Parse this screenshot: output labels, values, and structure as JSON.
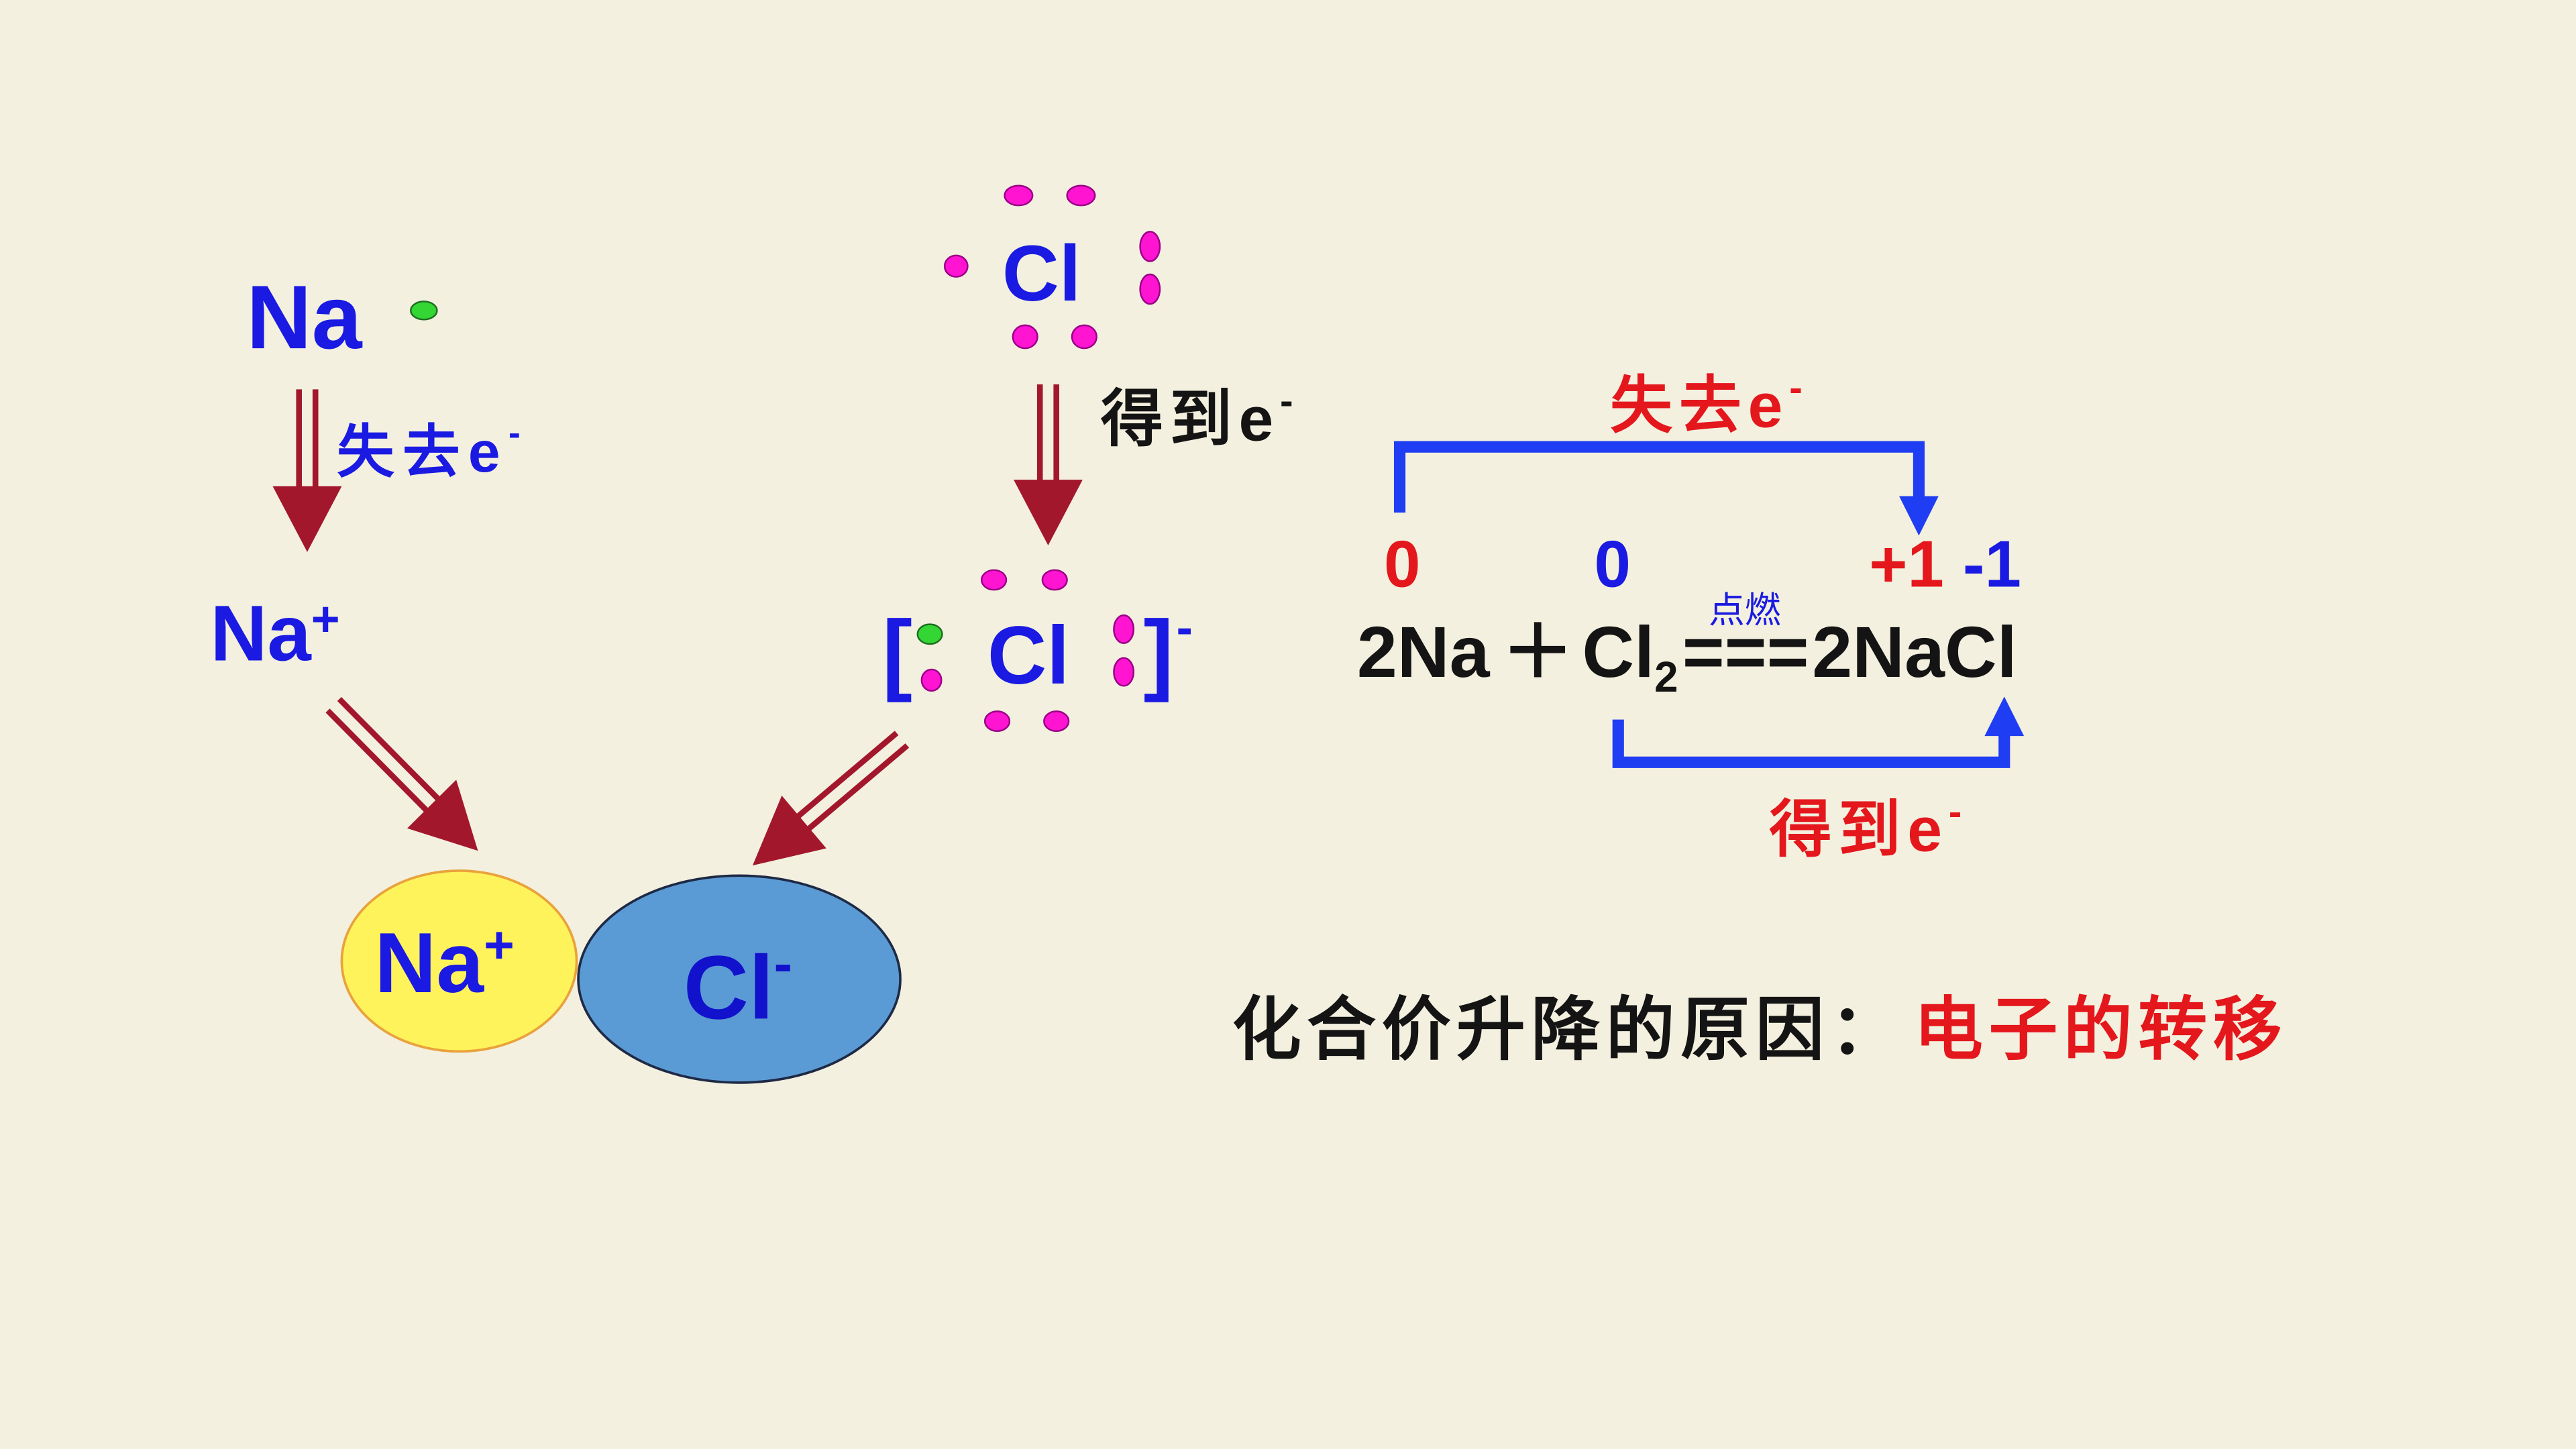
{
  "slide": {
    "colors": {
      "background": "#F3F0DF",
      "blue_text": "#1A1AE2",
      "dark_blue_text": "#1212CC",
      "red_text": "#E4171C",
      "black_text": "#141414",
      "reaction_arrow": "#A3172D",
      "electron_transfer_arrow": "#1F3DF2",
      "sodium_electron": "#33D633",
      "chlorine_electron": "#FF14D2",
      "sodium_ion_fill": "#FFF35C",
      "sodium_ion_outline": "#E9A23B",
      "chloride_ion_fill": "#5B9BD5",
      "chloride_ion_outline": "#1E2A45"
    }
  },
  "sodium": {
    "atom_symbol": "Na",
    "lose_label": {
      "text": "失去e",
      "superscript": "-"
    },
    "ion": {
      "symbol": "Na",
      "charge": "+"
    }
  },
  "chlorine": {
    "atom_symbol": "Cl",
    "gain_label": {
      "text": "得到e",
      "superscript": "-"
    },
    "ion": {
      "open_bracket": "[",
      "symbol": "Cl",
      "close_bracket": "]",
      "charge": "-"
    }
  },
  "ionic_compound": {
    "cation": {
      "symbol": "Na",
      "charge": "+"
    },
    "anion": {
      "symbol": "Cl",
      "charge": "-"
    }
  },
  "equation": {
    "reactant_1": "2Na",
    "plus": "＋",
    "reactant_2": "Cl",
    "reactant_2_subscript": "2",
    "equals": "===",
    "product": "2NaCl",
    "condition": "点燃",
    "oxidation_states": {
      "na_reactant": "0",
      "cl_reactant": "0",
      "na_product": "+1",
      "cl_product": "-1"
    },
    "electron_loss_label": {
      "text": "失去e",
      "superscript": "-"
    },
    "electron_gain_label": {
      "text": "得到e",
      "superscript": "-"
    }
  },
  "conclusion": {
    "question": "化合价升降的原因：",
    "answer": "电子的转移"
  }
}
